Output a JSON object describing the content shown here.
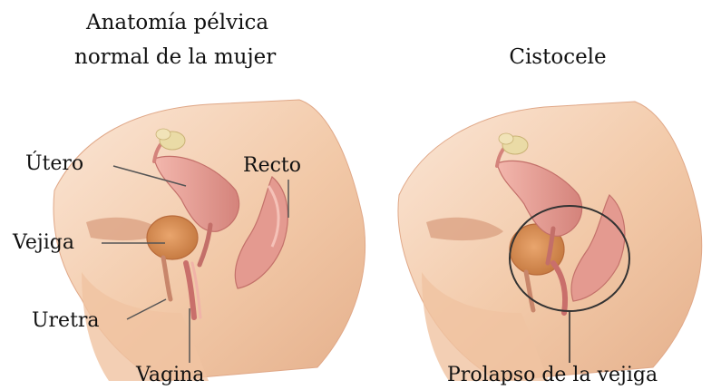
{
  "panels": {
    "left": {
      "title_line1": "Anatomía pélvica",
      "title_line2": "normal de la mujer",
      "labels": {
        "utero": "Útero",
        "recto": "Recto",
        "vejiga": "Vejiga",
        "uretra": "Uretra",
        "vagina": "Vagina"
      }
    },
    "right": {
      "title": "Cistocele",
      "labels": {
        "prolapso": "Prolapso de la vejiga"
      }
    }
  },
  "colors": {
    "skin": "#f2c9a8",
    "skin_shadow": "#d9a27f",
    "tissue": "#e9a39a",
    "tissue_dark": "#c96f6b",
    "bladder": "#d98b54",
    "ovary": "#e8d7a0",
    "line": "#555555",
    "circle": "#333333"
  }
}
